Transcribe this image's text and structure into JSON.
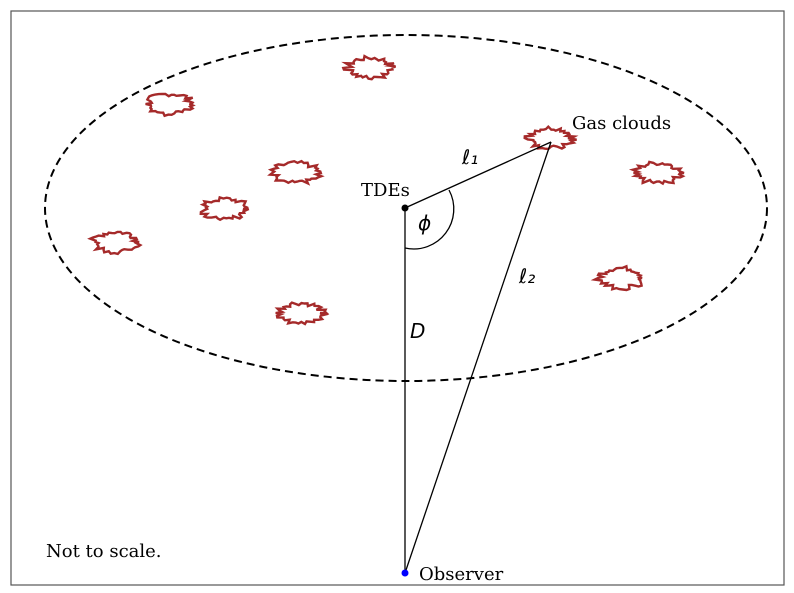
{
  "labels": {
    "tdes": "TDEs",
    "gas_clouds": "Gas clouds",
    "observer": "Observer",
    "note": "Not to scale."
  },
  "symbols": {
    "l1": "ℓ₁",
    "l2": "ℓ₂",
    "phi": "ϕ",
    "D": "D"
  },
  "colors": {
    "cloud": "#a52a2a",
    "observer_dot": "#0000ff",
    "tde_dot": "#000000",
    "line": "#000000",
    "frame": "#555555"
  }
}
